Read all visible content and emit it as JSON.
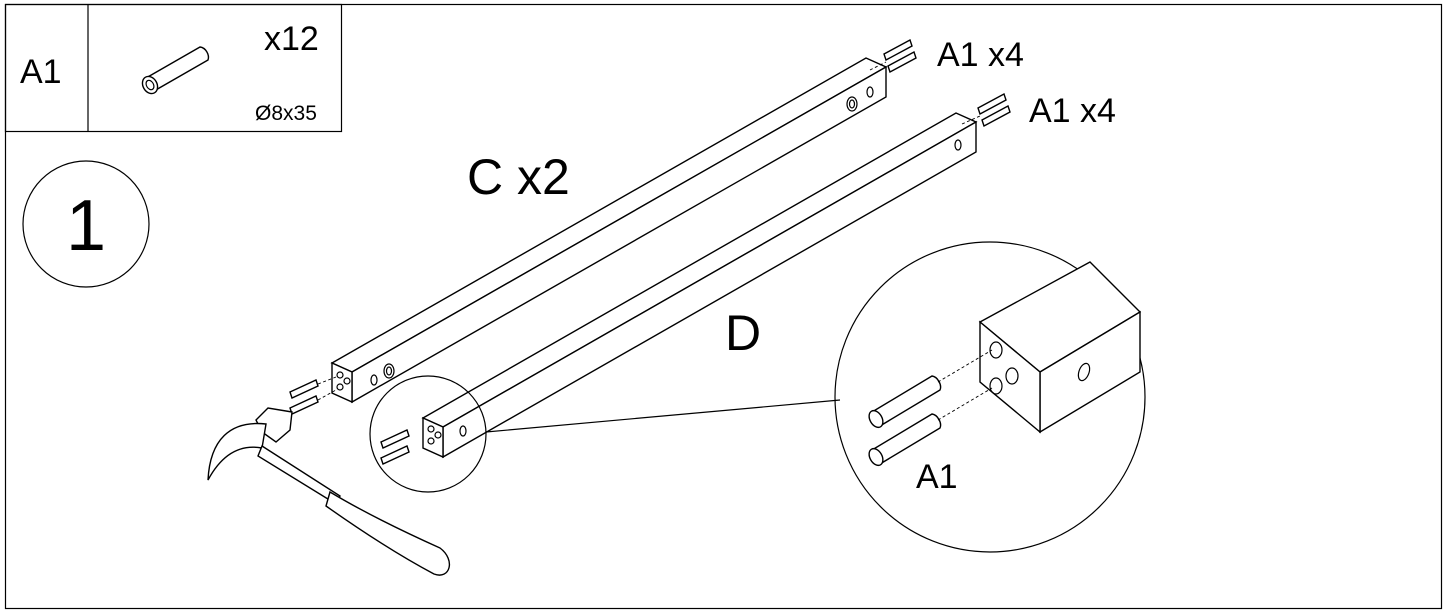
{
  "step": {
    "number": "1"
  },
  "parts_box": {
    "id": "A1",
    "quantity": "x12",
    "dimension": "Ø8x35"
  },
  "labels": {
    "rail_c": "C x2",
    "rail_d": "D",
    "dowels_top_c": "A1 x4",
    "dowels_top_d": "A1 x4",
    "detail_part": "A1"
  }
}
